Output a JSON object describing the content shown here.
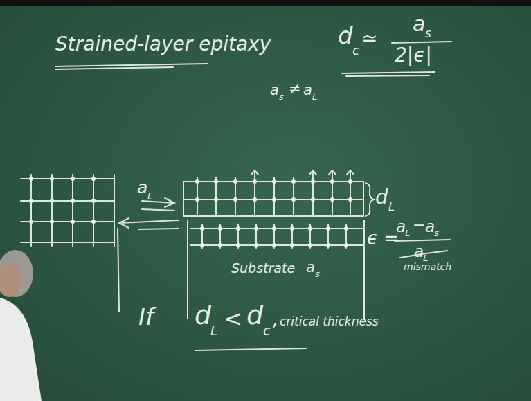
{
  "diagram": {
    "title": "Strained-layer epitaxy",
    "nodes": [
      {
        "text": [
          "Substrate",
          "a",
          "s"
        ]
      }
    ],
    "labels": [
      "d",
      "c",
      "≃",
      "a",
      "s",
      "2|ϵ|",
      "a",
      "s",
      "≠",
      "a",
      "L",
      "a",
      "L",
      "d",
      "L",
      "ϵ =",
      "a",
      "L",
      "−",
      "a",
      "s",
      "a",
      "L",
      "mismatch",
      "If",
      "d",
      "L",
      "<",
      "d",
      "c",
      ",",
      "critical thickness"
    ]
  }
}
